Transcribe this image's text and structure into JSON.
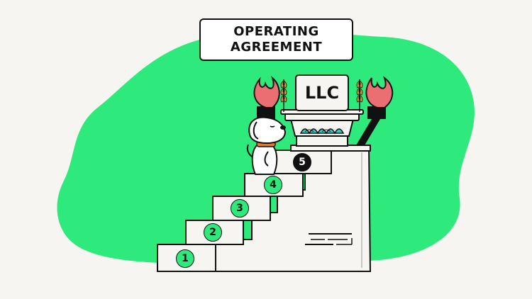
{
  "title": {
    "line1": "OPERATING",
    "line2": "AGREEMENT"
  },
  "monument_label": "LLC",
  "steps": [
    {
      "label": "1",
      "style": "green"
    },
    {
      "label": "2",
      "style": "green"
    },
    {
      "label": "3",
      "style": "green"
    },
    {
      "label": "4",
      "style": "green"
    },
    {
      "label": "5",
      "style": "dark"
    }
  ],
  "colors": {
    "background": "#f7f5f2",
    "blob": "#2eea7c",
    "outline": "#111111",
    "flame": "#ea6f72",
    "wheat": "#d9a12b",
    "lotus": "#35c9c2",
    "collar": "#f07a1a"
  },
  "icons": [
    "dog-illustration",
    "torch-icon",
    "wheat-icon",
    "lotus-icon",
    "flame-icon"
  ]
}
